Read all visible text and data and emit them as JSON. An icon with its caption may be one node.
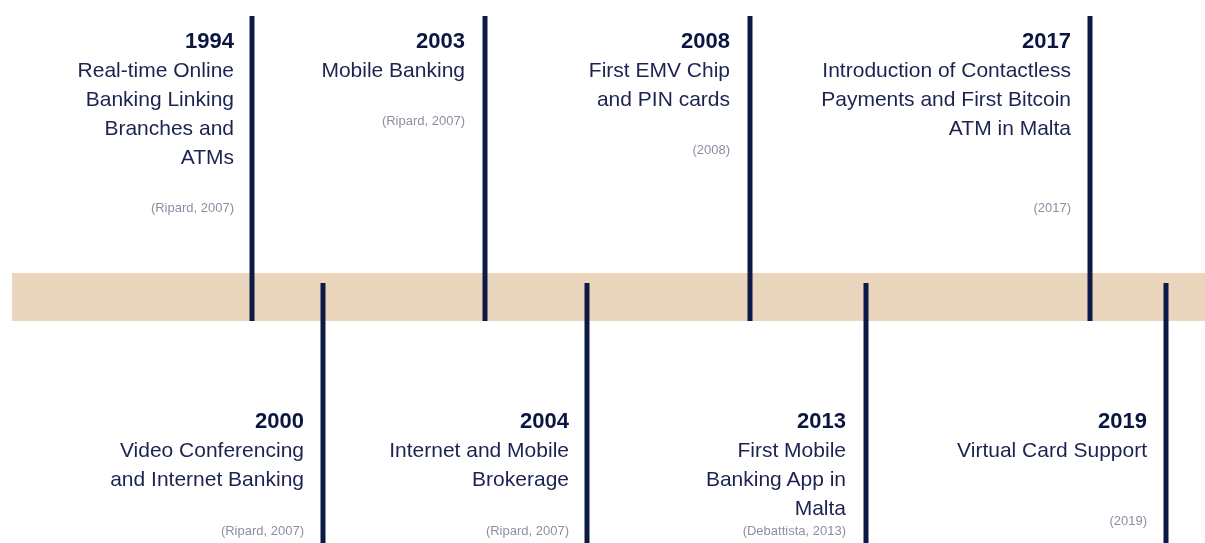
{
  "diagram": {
    "nodes": [
      {
        "text": [
          "1994",
          "Real-time Online Banking Linking Branches and ATMs",
          "(Ripard, 2007)"
        ]
      },
      {
        "text": [
          "2000",
          "Video Conferencing and Internet Banking",
          "(Ripard, 2007)"
        ]
      },
      {
        "text": [
          "2003",
          "Mobile Banking",
          "(Ripard, 2007)"
        ]
      },
      {
        "text": [
          "2004",
          "Internet and Mobile Brokerage",
          "(Ripard, 2007)"
        ]
      },
      {
        "text": [
          "2008",
          "First EMV Chip and PIN cards",
          "(2008)"
        ]
      },
      {
        "text": [
          "2013",
          "First Mobile Banking App in Malta",
          "(Debattista, 2013)"
        ]
      },
      {
        "text": [
          "2017",
          "Introduction of Contactless Payments and First Bitcoin ATM in Malta",
          "(2017)"
        ]
      },
      {
        "text": [
          "2019",
          "Virtual Card Support",
          "(2019)"
        ]
      }
    ]
  }
}
